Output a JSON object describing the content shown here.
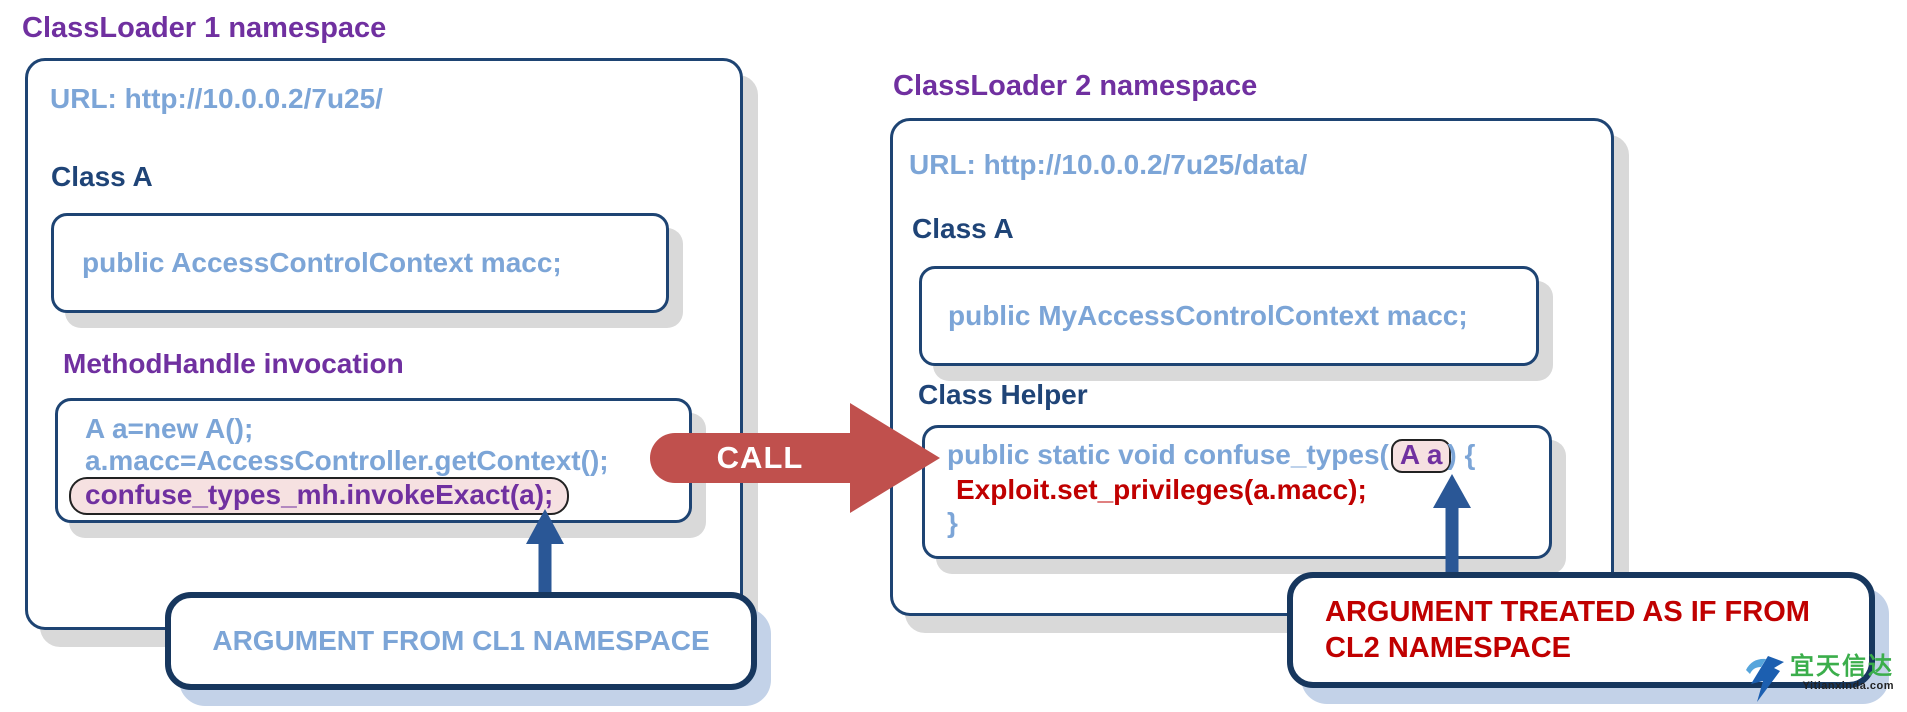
{
  "cl1": {
    "title": "ClassLoader 1 namespace",
    "url": "URL: http://10.0.0.2/7u25/",
    "class_a_heading": "Class A",
    "class_a_code": "public AccessControlContext macc;",
    "mh_heading": "MethodHandle invocation",
    "code_line1": "A a=new A();",
    "code_line2": "a.macc=AccessController.getContext();",
    "code_line3": "confuse_types_mh.invokeExact(a);",
    "callout": "ARGUMENT FROM CL1 NAMESPACE"
  },
  "call_arrow": {
    "label": "CALL"
  },
  "cl2": {
    "title": "ClassLoader 2 namespace",
    "url": "URL: http://10.0.0.2/7u25/data/",
    "class_a_heading": "Class A",
    "class_a_code": "public MyAccessControlContext macc;",
    "helper_heading": "Class Helper",
    "code_line1_pre": "public static void confuse_types(",
    "code_line1_arg": "A a",
    "code_line1_post": ") {",
    "code_line2": "Exploit.set_privileges(a.macc);",
    "code_line3": "}",
    "callout_line1": "ARGUMENT TREATED AS IF FROM",
    "callout_line2": "CL2 NAMESPACE"
  },
  "logo": {
    "name": "宜天信达",
    "domain": "Yitianxinda.com"
  },
  "colors": {
    "title_purple": "#7030A0",
    "light_blue_text": "#7CA5D7",
    "navy_heading": "#1F4477",
    "box_border_navy": "#1E4473",
    "callout_border_navy": "#17375E",
    "arrow_navy": "#2A5796",
    "call_arrow_red": "#C0504D",
    "exploit_red": "#C00000",
    "highlight_pink": "#F6E1E1",
    "gray_shadow": "#D9D9D9",
    "blue_shadow": "#C3D2E8",
    "logo_green": "#3BAE4B",
    "logo_blue": "#1C5FB0"
  }
}
